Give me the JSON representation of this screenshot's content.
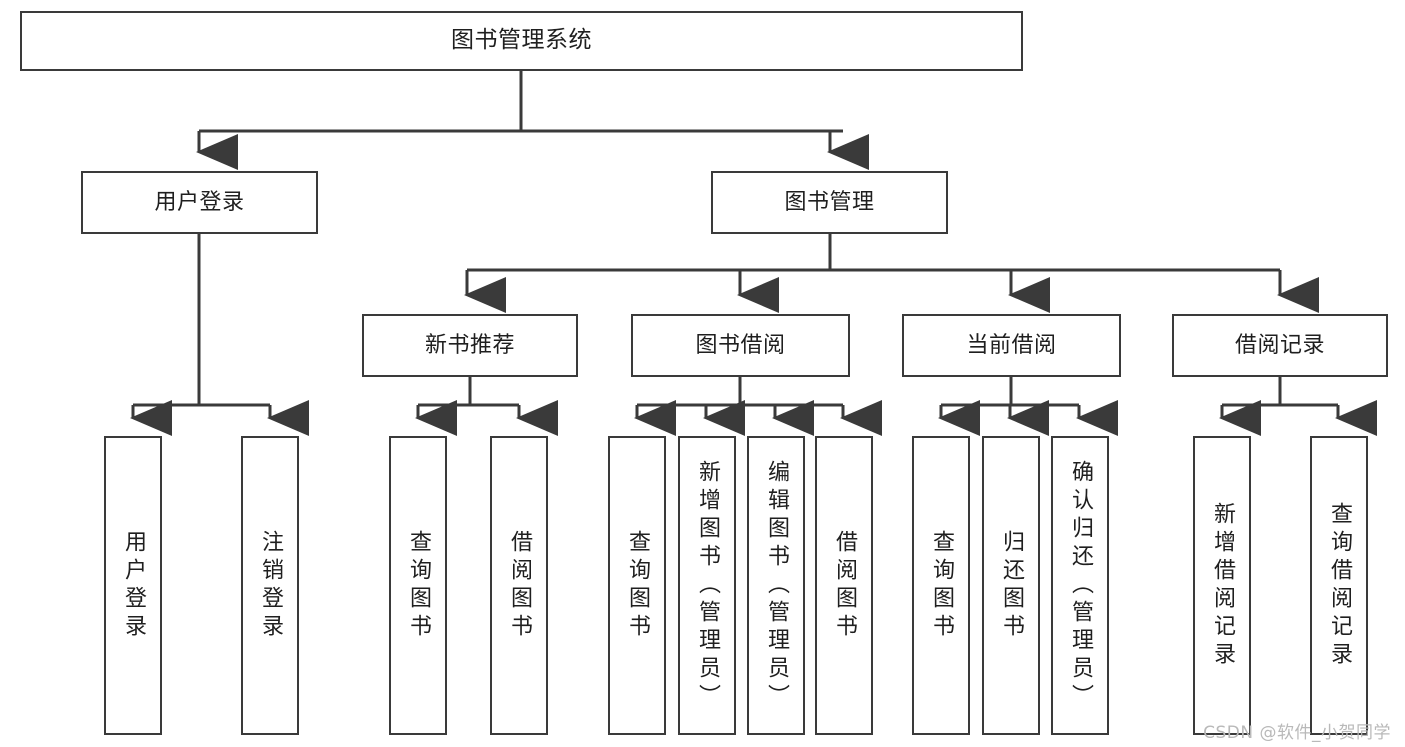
{
  "diagram": {
    "title": "图书管理系统",
    "type": "tree",
    "watermark": "CSDN @软件_小贺同学",
    "colors": {
      "stroke": "#3a3a3a",
      "fill": "#ffffff",
      "text": "#1f1f1f",
      "watermark": "#b9b9b9"
    },
    "nodes": {
      "root": {
        "label": "图书管理系统"
      },
      "level2": [
        {
          "id": "user-login",
          "label": "用户登录"
        },
        {
          "id": "book-manage",
          "label": "图书管理"
        }
      ],
      "level3": [
        {
          "id": "new-book-recommend",
          "label": "新书推荐"
        },
        {
          "id": "book-borrow",
          "label": "图书借阅"
        },
        {
          "id": "current-borrow",
          "label": "当前借阅"
        },
        {
          "id": "borrow-record",
          "label": "借阅记录"
        }
      ],
      "leaves": {
        "user_login": [
          {
            "id": "leaf-user-login",
            "label": "用户登录"
          },
          {
            "id": "leaf-logout-login",
            "label": "注销登录"
          }
        ],
        "new_book_recommend": [
          {
            "id": "leaf-query-book-1",
            "label": "查询图书"
          },
          {
            "id": "leaf-borrow-book-1",
            "label": "借阅图书"
          }
        ],
        "book_borrow": [
          {
            "id": "leaf-query-book-2",
            "label": "查询图书"
          },
          {
            "id": "leaf-add-book",
            "label": "新增图书（管理员）"
          },
          {
            "id": "leaf-edit-book",
            "label": "编辑图书（管理员）"
          },
          {
            "id": "leaf-borrow-book-2",
            "label": "借阅图书"
          }
        ],
        "current_borrow": [
          {
            "id": "leaf-query-book-3",
            "label": "查询图书"
          },
          {
            "id": "leaf-return-book",
            "label": "归还图书"
          },
          {
            "id": "leaf-confirm-return",
            "label": "确认归还（管理员）"
          }
        ],
        "borrow_record": [
          {
            "id": "leaf-add-record",
            "label": "新增借阅记录"
          },
          {
            "id": "leaf-query-record",
            "label": "查询借阅记录"
          }
        ]
      }
    }
  }
}
